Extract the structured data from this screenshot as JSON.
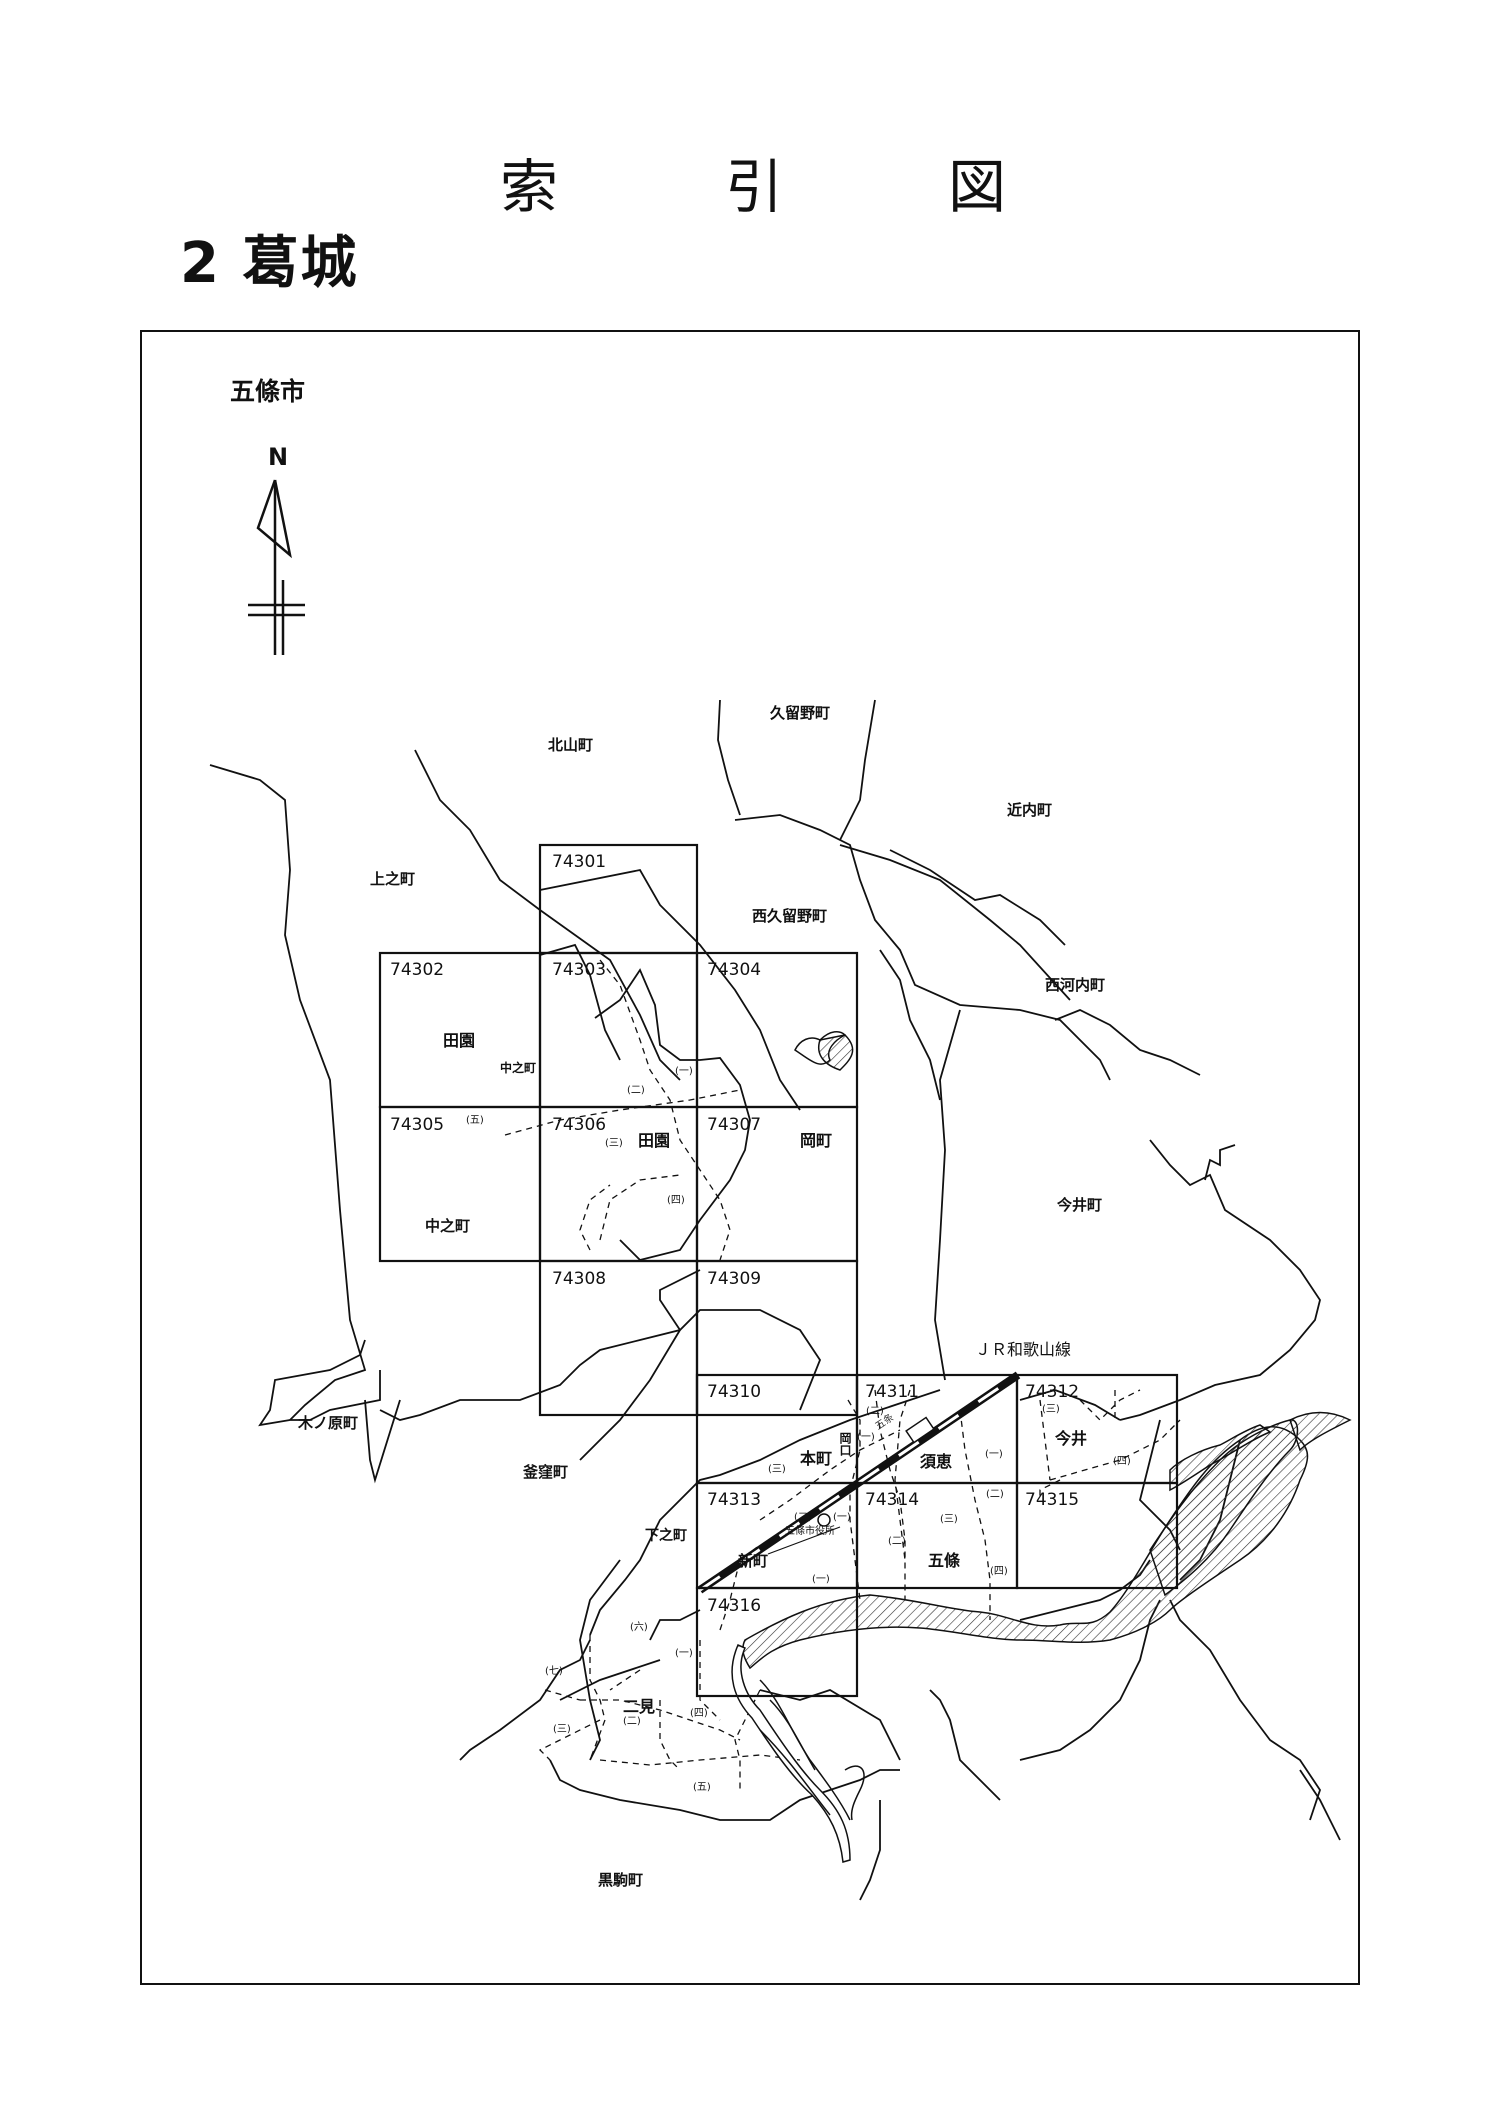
{
  "header": {
    "title_chars": [
      "索",
      "引",
      "図"
    ],
    "subtitle": "2 葛城"
  },
  "map": {
    "city_label": "五條市",
    "north_label": "N",
    "railway_label": "ＪＲ和歌山線",
    "station_label": "五条",
    "city_hall_label": "五條市役所",
    "sheets": [
      "74301",
      "74302",
      "74303",
      "74304",
      "74305",
      "74306",
      "74307",
      "74308",
      "74309",
      "74310",
      "74311",
      "74312",
      "74313",
      "74314",
      "74315",
      "74316"
    ],
    "towns": {
      "kurunocho": "久留野町",
      "kitayamacho": "北山町",
      "chikauchicho": "近内町",
      "kaminocho": "上之町",
      "nishikurunocho": "西久留野町",
      "nishikouchicho": "西河内町",
      "den_en_1": "田園",
      "nakanocho_small": "中之町",
      "den_en_2": "田園",
      "okacho": "岡町",
      "imaicho": "今井町",
      "nakanocho": "中之町",
      "kinoharacho": "木ノ原町",
      "kamakubocho": "釜窪町",
      "honmachi": "本町",
      "okaguchi": "岡口",
      "sue": "須恵",
      "imai": "今井",
      "shimonocho": "下之町",
      "shinmachi": "新町",
      "gojo": "五條",
      "futami": "二見",
      "kurokomacho": "黒駒町"
    },
    "chome": {
      "c1": "(五)",
      "c2": "(二)",
      "c3": "(一)",
      "c4": "(三)",
      "c5": "(四)",
      "c6": "(二)",
      "c7": "(一)",
      "c8": "(三)",
      "c9": "(一)",
      "c10": "(三)",
      "c11": "(四)",
      "c12": "(二)",
      "c13": "(一)",
      "c14": "(二)",
      "c15": "(三)",
      "c16": "(二)",
      "c17": "(四)",
      "c18": "(一)",
      "c19": "(六)",
      "c20": "(七)",
      "c21": "(一)",
      "c22": "(三)",
      "c23": "(二)",
      "c24": "(四)",
      "c25": "(五)"
    }
  }
}
